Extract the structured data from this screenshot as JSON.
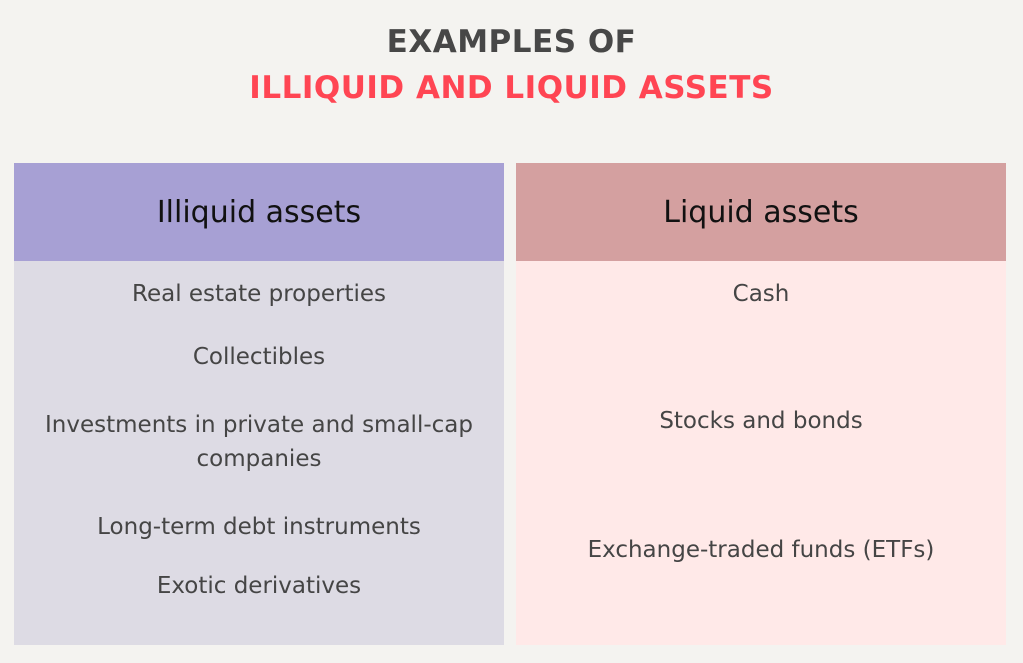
{
  "title": {
    "line1": "EXAMPLES OF",
    "line2": "ILLIQUID AND LIQUID ASSETS"
  },
  "colors": {
    "title_dark": "#474747",
    "title_accent": "#ff4553",
    "illiquid_header": "#a7a0d4",
    "illiquid_body": "#dddbe4",
    "liquid_header": "#d4a0a0",
    "liquid_body": "#ffe9e8"
  },
  "illiquid": {
    "header": "Illiquid assets",
    "items": [
      "Real estate properties",
      "Collectibles",
      "Investments in private and small-cap companies",
      "Long-term debt instruments",
      "Exotic derivatives"
    ]
  },
  "liquid": {
    "header": "Liquid assets",
    "items": [
      "Cash",
      "Stocks and bonds",
      "Exchange-traded funds (ETFs)"
    ]
  }
}
